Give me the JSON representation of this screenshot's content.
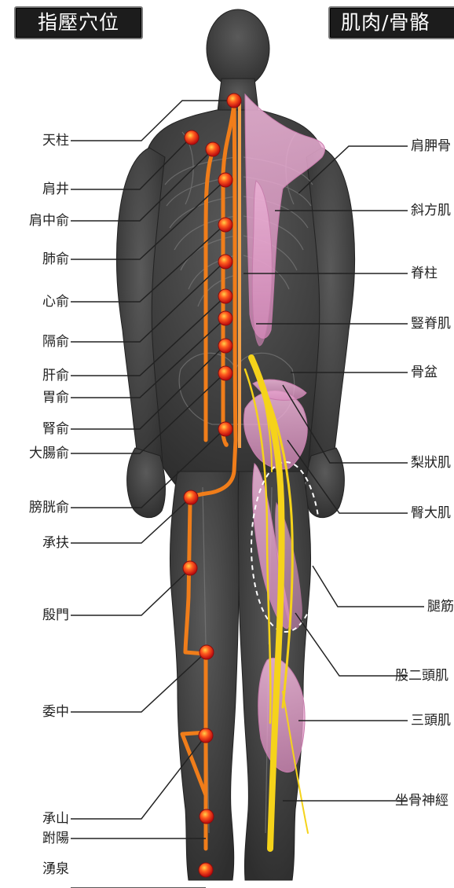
{
  "headers": {
    "left": "指壓穴位",
    "right": "肌肉/骨骼"
  },
  "acupoints": [
    "天柱",
    "肩井",
    "肩中俞",
    "肺俞",
    "心俞",
    "隔俞",
    "肝俞",
    "胃俞",
    "腎俞",
    "大腸俞",
    "膀胱俞",
    "承扶",
    "殷門",
    "委中",
    "承山",
    "跗陽",
    "湧泉"
  ],
  "anatomy": [
    "肩胛骨",
    "斜方肌",
    "脊柱",
    "豎脊肌",
    "骨盆",
    "梨狀肌",
    "臀大肌",
    "腿筋",
    "股二頭肌",
    "三頭肌",
    "坐骨神經"
  ],
  "colors": {
    "figure": "#3f3f3f",
    "meridian": "#f07d1a",
    "point": "#e3261b",
    "nerve": "#f5d31a",
    "muscle": "#e6a0c8",
    "leader": "#222222"
  }
}
